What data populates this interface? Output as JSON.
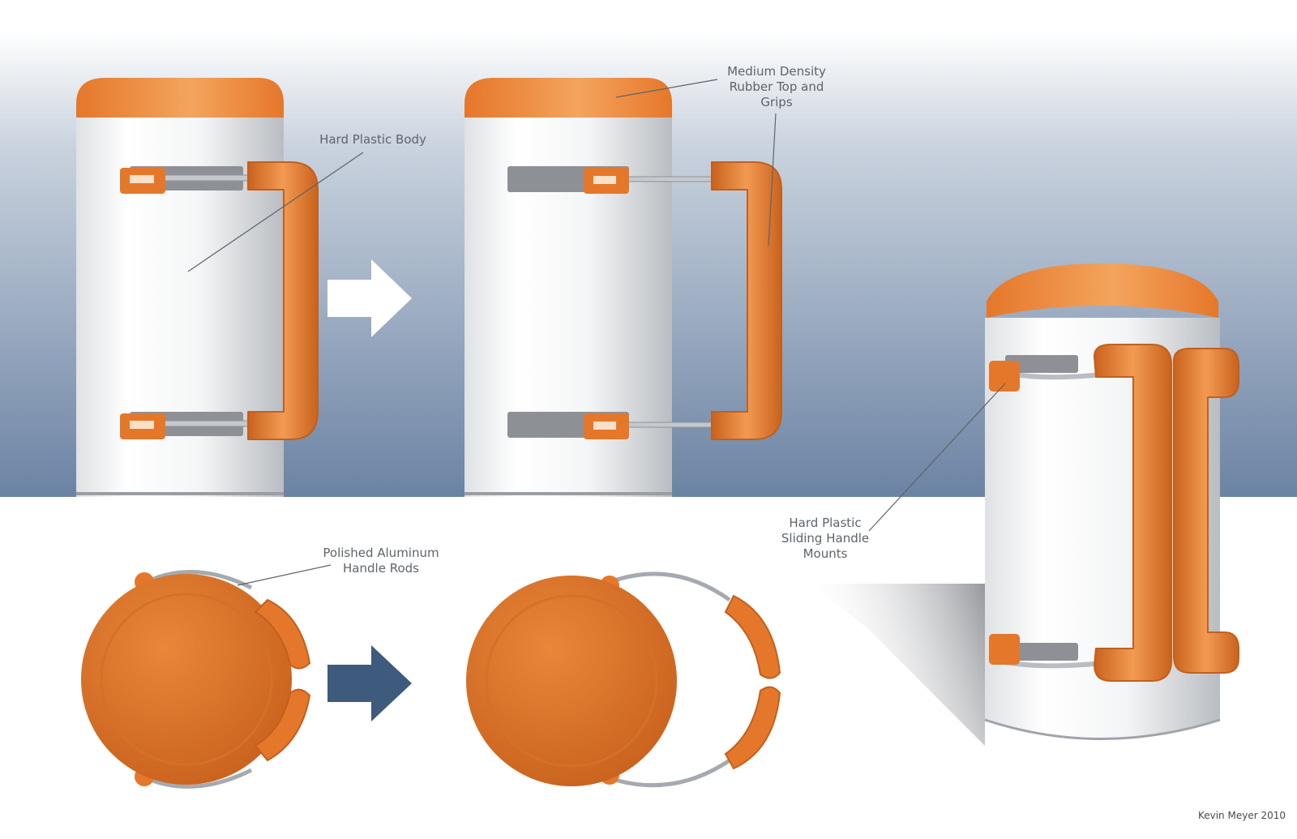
{
  "labels": {
    "body": "Hard Plastic Body",
    "rubber": "Medium Density\nRubber Top and\nGrips",
    "rods": "Polished Aluminum\nHandle Rods",
    "mounts": "Hard Plastic\nSliding Handle\nMounts"
  },
  "credit": "Kevin Meyer 2010",
  "colors": {
    "orange": "#e5772a",
    "orange_light": "#f29a52",
    "orange_dark": "#c9621d",
    "body_white": "#ffffff",
    "body_grey": "#c9ccd0",
    "bg_top": "#ffffff",
    "bg_bottom": "#6b83a3",
    "rod": "#a5aab0",
    "arrow_light": "#ffffff",
    "arrow_dark": "#3e5a7c",
    "leader": "#5d646b"
  }
}
